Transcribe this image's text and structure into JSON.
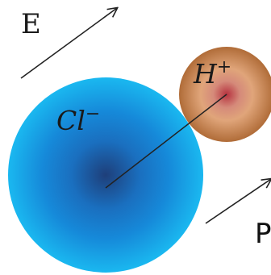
{
  "diagram": {
    "field_label": "E",
    "anion_label": "Cl",
    "anion_charge": "−",
    "cation_label": "H",
    "cation_charge": "+",
    "dipole_label": "P"
  },
  "colors": {
    "anion_center": "#1e3f7a",
    "anion_mid": "#1689d9",
    "anion_edge": "#1ab8f0",
    "cation_center": "#b5323f",
    "cation_mid": "#e0a57a",
    "cation_edge": "#b06c38",
    "line": "#222222"
  }
}
